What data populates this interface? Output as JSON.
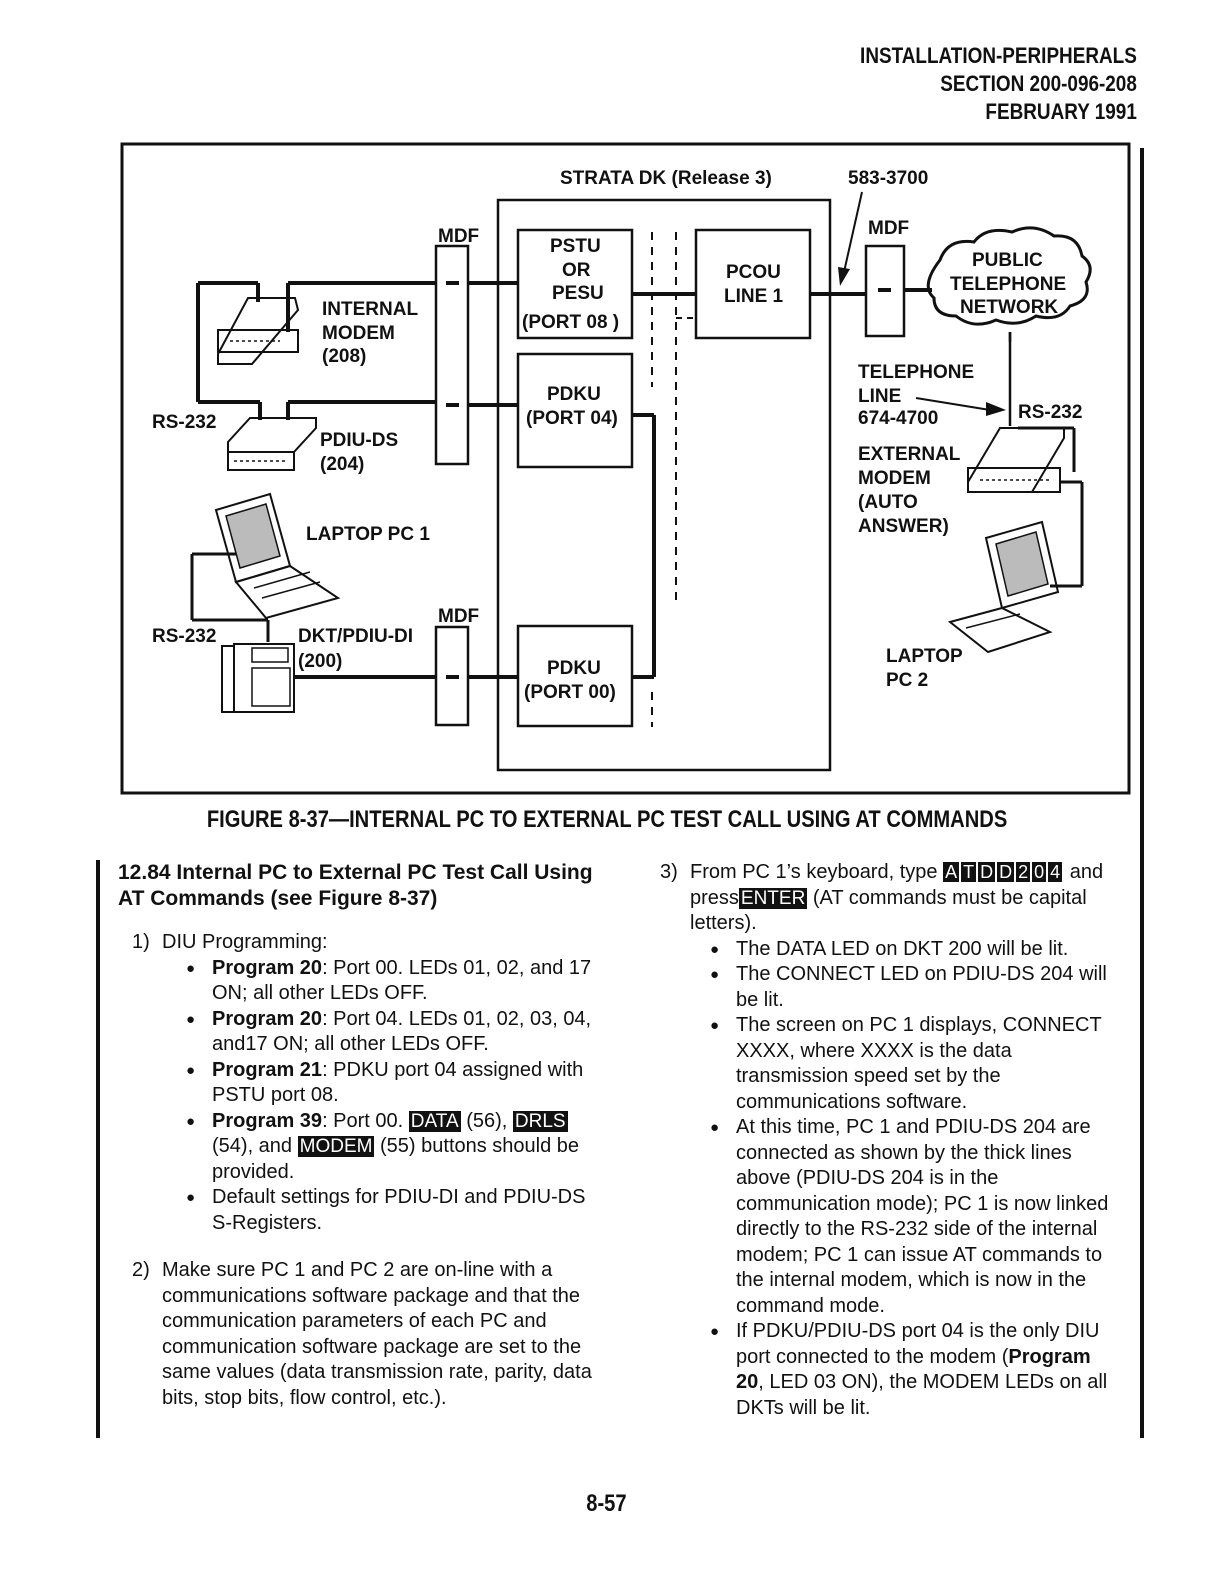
{
  "header": {
    "line1": "INSTALLATION-PERIPHERALS",
    "line2": "SECTION 200-096-208",
    "line3": "FEBRUARY 1991"
  },
  "figure": {
    "system_label": "STRATA DK (Release 3)",
    "number_583": "583-3700",
    "mdf_label": "MDF",
    "pstu_line1": "PSTU",
    "pstu_line2": "OR",
    "pstu_line3": "PESU",
    "pstu_line4": "(PORT 08 )",
    "pcou_line1": "PCOU",
    "pcou_line2": "LINE 1",
    "pdku04_line1": "PDKU",
    "pdku04_line2": "(PORT 04)",
    "pdku00_line1": "PDKU",
    "pdku00_line2": "(PORT 00)",
    "network_line1": "PUBLIC",
    "network_line2": "TELEPHONE",
    "network_line3": "NETWORK",
    "int_modem_line1": "INTERNAL",
    "int_modem_line2": "MODEM",
    "int_modem_line3": "(208)",
    "rs232": "RS-232",
    "pdiu_ds_line1": "PDIU-DS",
    "pdiu_ds_line2": "(204)",
    "laptop1": "LAPTOP PC 1",
    "dkt_line1": "DKT/PDIU-DI",
    "dkt_line2": "(200)",
    "tel_line1": "TELEPHONE",
    "tel_line2": "LINE",
    "tel_line3": "674-4700",
    "ext_modem_line1": "EXTERNAL",
    "ext_modem_line2": "MODEM",
    "ext_modem_line3": "(AUTO",
    "ext_modem_line4": "ANSWER)",
    "laptop2_line1": "LAPTOP",
    "laptop2_line2": "PC 2"
  },
  "caption": "FIGURE 8-37—INTERNAL PC TO EXTERNAL PC TEST CALL USING AT COMMANDS",
  "left": {
    "title": "12.84 Internal PC to External PC Test Call Using AT Commands (see Figure 8-37)",
    "item1_num": "1)",
    "item1_text": "DIU Programming:",
    "b1_label": "Program 20",
    "b1_text": ": Port 00. LEDs 01, 02, and 17 ON; all other LEDs OFF.",
    "b2_label": "Program 20",
    "b2_text": ": Port 04. LEDs 01, 02, 03, 04, and17 ON; all other LEDs OFF.",
    "b3_label": "Program 21",
    "b3_text": ": PDKU port 04 assigned with PSTU port 08.",
    "b4_label": "Program 39",
    "b4_text_a": ": Port 00.",
    "b4_key1": "DATA",
    "b4_text_b": "(56),",
    "b4_key2": "DRLS",
    "b4_text_c": "(54), and",
    "b4_key3": "MODEM",
    "b4_text_d": "(55) buttons should be provided.",
    "b5_text": "Default settings for PDIU-DI and PDIU-DS S-Registers.",
    "item2_num": "2)",
    "item2_text": "Make sure PC 1 and PC 2 are on-line with a communications software package and that the communication parameters of each PC and communication software package are set to the same values (data transmission rate, parity, data bits, stop bits, flow control, etc.)."
  },
  "right": {
    "item3_num": "3)",
    "item3_text_a": "From PC 1’s keyboard, type",
    "keys": [
      "A",
      "T",
      "D",
      "D",
      "2",
      "0",
      "4"
    ],
    "item3_text_b": "and press",
    "enter_key": "ENTER",
    "item3_text_c": "(AT commands must be capital letters).",
    "r1": "The DATA LED on DKT 200 will be lit.",
    "r2": "The CONNECT LED on PDIU-DS 204 will be lit.",
    "r3": "The screen on PC 1 displays, CONNECT XXXX, where XXXX is the data transmission speed set by the communications software.",
    "r4": "At this time, PC 1 and PDIU-DS 204 are connected as shown by the thick lines above (PDIU-DS 204 is in the communication mode); PC 1 is now linked directly to the RS-232 side of the internal modem; PC 1 can issue AT commands to the internal modem, which is now in the command mode.",
    "r5_text_a": "If PDKU/PDIU-DS port 04 is the only DIU port connected to the modem (",
    "r5_label": "Program 20",
    "r5_text_b": ", LED 03 ON), the MODEM LEDs on all DKTs will be lit."
  },
  "page_number": "8-57"
}
